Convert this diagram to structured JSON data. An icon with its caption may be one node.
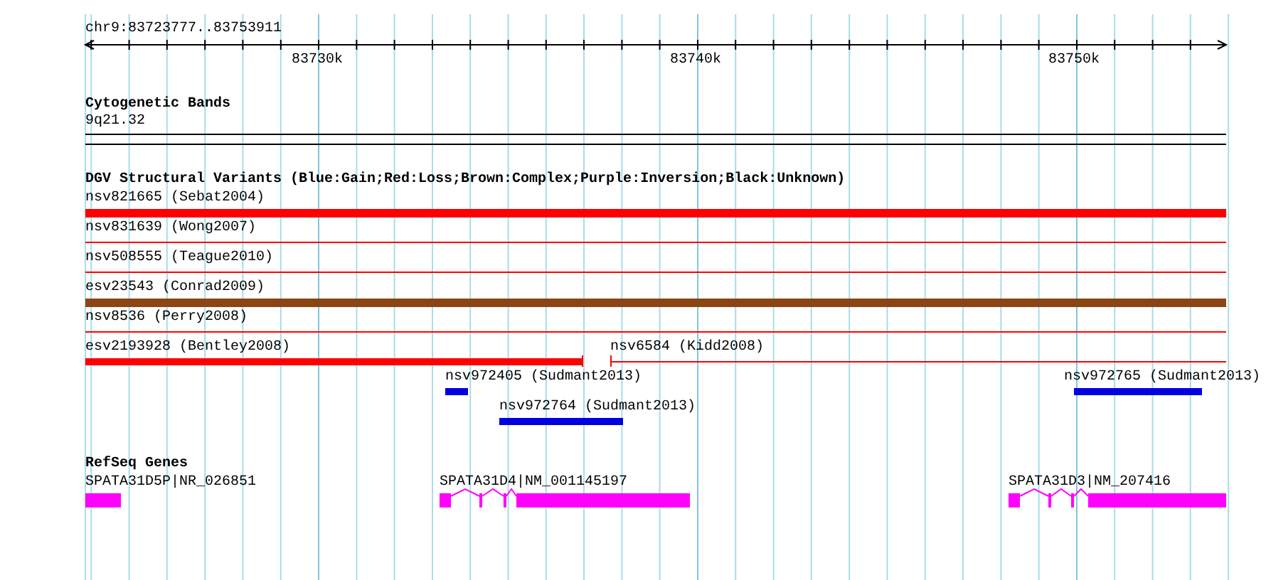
{
  "diagram": {
    "labels": [
      "chr9:83723777..83753911",
      "83730k",
      "83740k",
      "83750k",
      "Cytogenetic Bands",
      "9q21.32",
      "DGV Structural Variants (Blue:Gain;Red:Loss;Brown:Complex;Purple:Inversion;Black:Unknown)",
      "nsv821665 (Sebat2004)",
      "nsv831639 (Wong2007)",
      "nsv508555 (Teague2010)",
      "esv23543 (Conrad2009)",
      "nsv8536 (Perry2008)",
      "esv2193928 (Bentley2008)",
      "nsv6584 (Kidd2008)",
      "nsv972405 (Sudmant2013)",
      "nsv972765 (Sudmant2013)",
      "nsv972764 (Sudmant2013)",
      "RefSeq Genes",
      "SPATA31D5P|NR_026851",
      "SPATA31D4|NM_001145197",
      "SPATA31D3|NM_207416"
    ]
  }
}
